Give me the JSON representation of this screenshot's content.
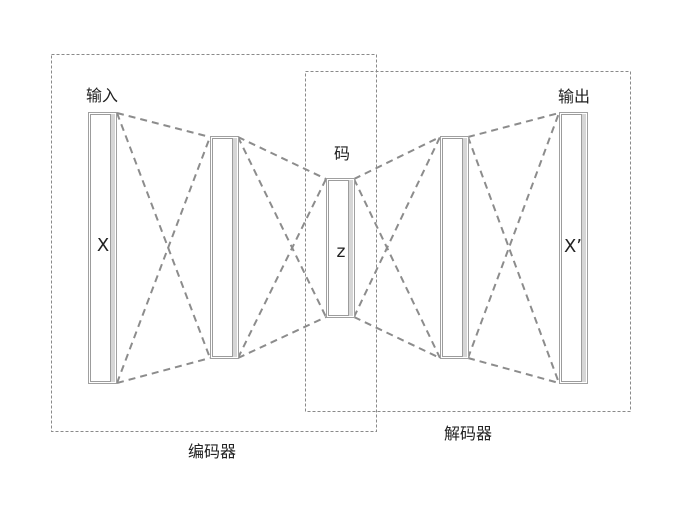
{
  "diagram": {
    "encoder_label": "编码器",
    "decoder_label": "解码器",
    "input_label": "输入",
    "output_label": "输出",
    "code_label": "码",
    "input_var": "X",
    "code_var": "z",
    "output_var": "X’"
  }
}
